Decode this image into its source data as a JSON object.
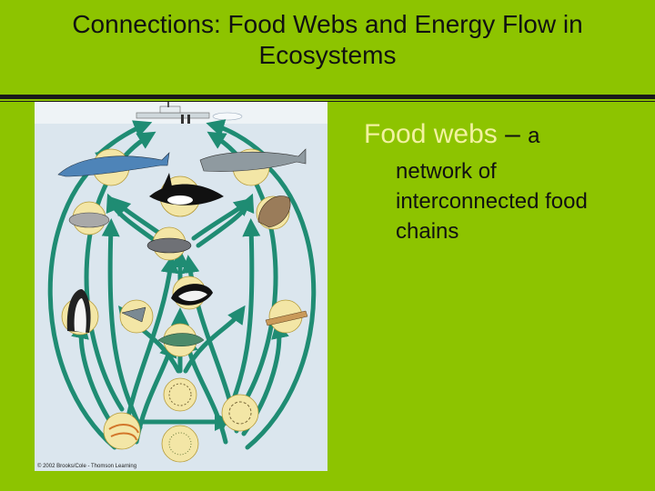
{
  "title": {
    "line1": "Connections:  Food Webs and Energy Flow in",
    "line2": "Ecosystems"
  },
  "bullet": {
    "term": "Food webs",
    "dash": "–",
    "article": "a",
    "definition_lines": [
      "network of",
      "interconnected food",
      "chains"
    ]
  },
  "figure": {
    "credit": "© 2002 Brooks/Cole - Thomson Learning"
  },
  "colors": {
    "background": "#8dc400",
    "arrow": "#1f8c73",
    "node": "#f3e6a6",
    "heading_text": "#f2f2a0"
  }
}
